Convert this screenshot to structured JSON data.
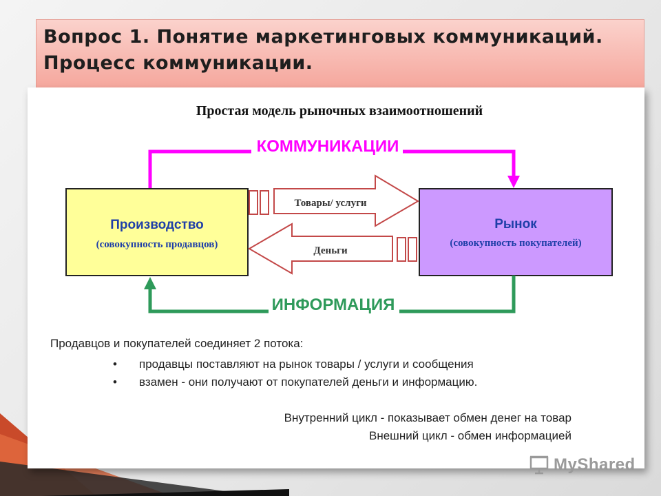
{
  "slide": {
    "title_line1": "Вопрос 1. Понятие маркетинговых коммуникаций.",
    "title_line2": "Процесс коммуникации."
  },
  "diagram": {
    "heading": "Простая модель рыночных взаимоотношений",
    "top_cycle_label": "КОММУНИКАЦИИ",
    "bottom_cycle_label": "ИНФОРМАЦИЯ",
    "left_box": {
      "title": "Производство",
      "subtitle": "(совокупность продавцов)"
    },
    "right_box": {
      "title": "Рынок",
      "subtitle": "(совокупность покупателей)"
    },
    "arrow_right_label": "Товары/ услуги",
    "arrow_left_label": "Деньги",
    "colors": {
      "communication": "#ff00ff",
      "information": "#2e9a5a",
      "left_box_fill": "#ffff99",
      "right_box_fill": "#cc99ff",
      "box_title": "#1f3fa8"
    }
  },
  "flows": {
    "intro": "Продавцов и покупателей соединяет 2 потока:",
    "bullets": [
      "продавцы поставляют на рынок товары / услуги и сообщения",
      "взамен - они получают от покупателей деньги и информацию."
    ],
    "inner_cycle": "Внутренний цикл - показывает обмен денег на товар",
    "outer_cycle": "Внешний цикл - обмен информацией"
  },
  "watermark": {
    "text": "MyShared",
    "icon": "presentation-board-icon"
  }
}
